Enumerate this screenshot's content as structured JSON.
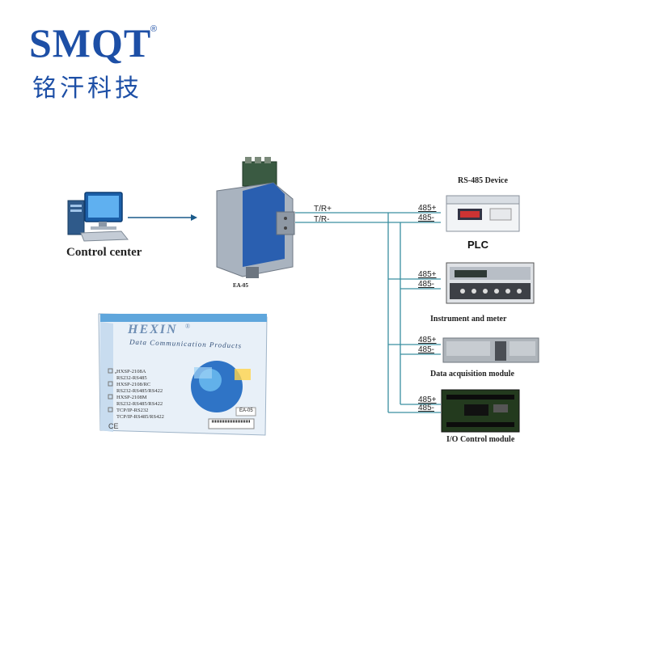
{
  "logo": {
    "brand": "SMQT",
    "registered": "®",
    "chinese": "铭汗科技"
  },
  "labels": {
    "control_center": "Control center",
    "converter_model": "EA-05",
    "rs485_device": "RS-485 Device",
    "plc": "PLC",
    "instrument": "Instrument and meter",
    "daq": "Data acquisition module",
    "io": "I/O  Control module"
  },
  "bus": {
    "tr_plus": "T/R+",
    "tr_minus": "T/R-",
    "port_plus": "485+",
    "port_minus": "485-"
  },
  "box": {
    "brand": "HEXIN",
    "brand_reg": "®",
    "subtitle": "Data Communication Products",
    "products": [
      "HXSP-2108A",
      "RS232-RS485",
      "HXSP-2108/RC",
      "RS232-RS485/RS422",
      "HXSP-2108M",
      "RS232-RS485/RS422",
      "TCP/IP-RS232",
      "TCP/IP-RS485/RS422"
    ],
    "mark": "CE",
    "sticker": "EA-05"
  },
  "colors": {
    "brand_blue": "#1d4fa6",
    "bus_line": "#3a8fa0",
    "arrow": "#1a5a8a"
  }
}
